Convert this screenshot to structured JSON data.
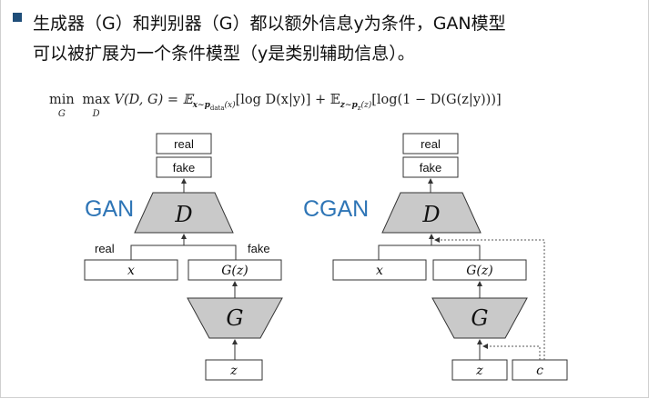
{
  "bullet": {
    "line1": "生成器（G）和判别器（G）都以额外信息y为条件，GAN模型",
    "line2": "可以被扩展为一个条件模型（y是类别辅助信息）。"
  },
  "formula": "min_G max_D V(D, G) = 𝔼_{x∼p_data(x)}[log D(x|y)] + 𝔼_{z∼p_z(z)}[log(1 − D(G(z|y)))]",
  "formula_parts": {
    "min": "min",
    "min_sub": "G",
    "max": "max",
    "max_sub": "D",
    "body1": "V(D, G) = 𝔼",
    "sub1": "x∼p",
    "sub1b": "data",
    "sub1c": "(x)",
    "body2": "[log D(x|y)] + 𝔼",
    "sub2": "z∼p",
    "sub2b": "z",
    "sub2c": "(z)",
    "body3": "[log(1 − D(G(z|y)))]"
  },
  "gan": {
    "title": "GAN",
    "output_real": "real",
    "output_fake": "fake",
    "discriminator": "D",
    "input_real_label": "real",
    "input_fake_label": "fake",
    "x_box": "x",
    "gz_box": "G(z)",
    "generator": "G",
    "z_box": "z"
  },
  "cgan": {
    "title": "CGAN",
    "output_real": "real",
    "output_fake": "fake",
    "discriminator": "D",
    "x_box": "x",
    "gz_box": "G(z)",
    "generator": "G",
    "z_box": "z",
    "c_box": "c"
  },
  "colors": {
    "title_blue": "#2e75b6",
    "trapezoid_fill": "#c9c9c9",
    "bullet_square": "#1f4e79"
  }
}
